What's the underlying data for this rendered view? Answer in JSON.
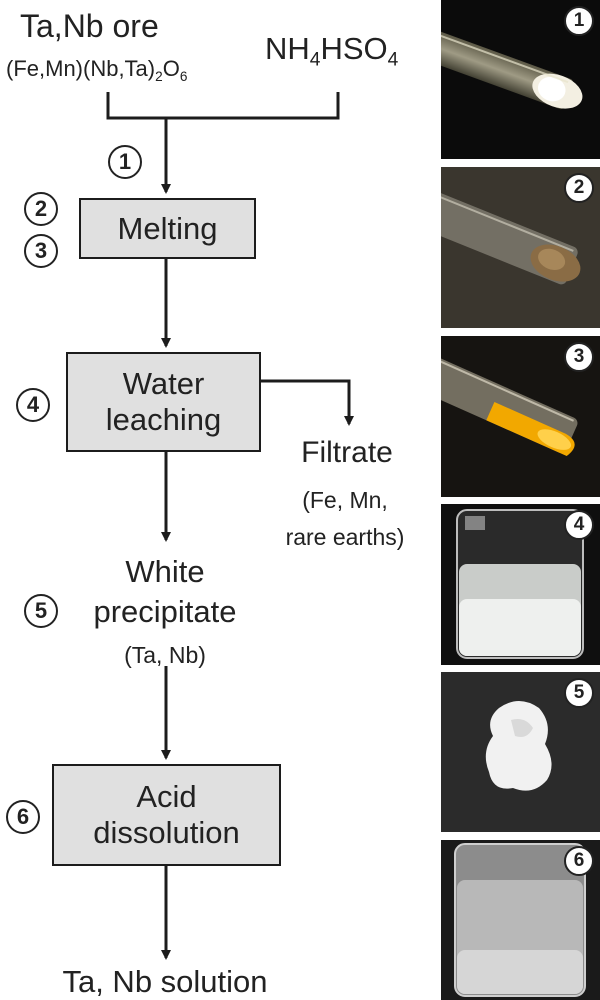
{
  "inputs": {
    "ore": {
      "title": "Ta,Nb ore",
      "formula_parts": [
        "(Fe,Mn)(Nb,Ta)",
        "2",
        "O",
        "6"
      ]
    },
    "reagent": {
      "parts": [
        "NH",
        "4",
        "HSO",
        "4"
      ]
    }
  },
  "steps": {
    "s1": "1",
    "s2": "2",
    "s3": "3",
    "s4": "4",
    "s5": "5",
    "s6": "6"
  },
  "boxes": {
    "melting": [
      "Melting"
    ],
    "water_leaching": [
      "Water",
      "leaching"
    ],
    "acid_dissolution": [
      "Acid",
      "dissolution"
    ]
  },
  "filtrate": {
    "title": "Filtrate",
    "detail": [
      "(Fe, Mn,",
      "rare earths)"
    ]
  },
  "precipitate": {
    "title": [
      "White",
      "precipitate"
    ],
    "detail": "(Ta, Nb)"
  },
  "product": "Ta, Nb solution",
  "photos": [
    {
      "step": "1",
      "desc": "test tube with white powder",
      "bg": "#0d0d0d"
    },
    {
      "step": "2",
      "desc": "test tube with brown melt",
      "bg": "#2c2923"
    },
    {
      "step": "3",
      "desc": "test tube with yellow melt",
      "bg": "#141210"
    },
    {
      "step": "4",
      "desc": "beaker with cloudy suspension",
      "bg": "#101010"
    },
    {
      "step": "5",
      "desc": "white precipitate on black surface",
      "bg": "#2d2d2d"
    },
    {
      "step": "6",
      "desc": "beaker with clear solution",
      "bg": "#1a1a1a"
    }
  ],
  "colors": {
    "box_fill": "#e0e0e0",
    "line": "#1c1c1c",
    "text": "#222222"
  }
}
